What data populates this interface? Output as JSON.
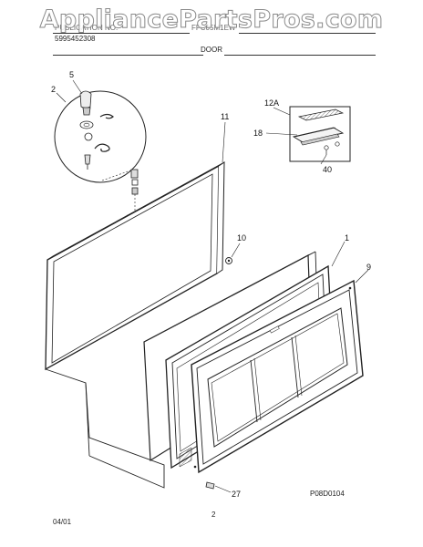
{
  "watermark": "AppliancePartsPros.com",
  "header": {
    "left_top": "PUBLICATION NO.",
    "left_bottom": "5995452308",
    "center_top": "FFC05M1EW",
    "title": "DOOR"
  },
  "callouts": {
    "c5": "5",
    "c2": "2",
    "c11": "11",
    "c12a": "12A",
    "c18": "18",
    "c40": "40",
    "c10": "10",
    "c1": "1",
    "c9": "9",
    "c27": "27"
  },
  "footer": {
    "date": "04/01",
    "page": "2",
    "code": "P08D0104"
  }
}
